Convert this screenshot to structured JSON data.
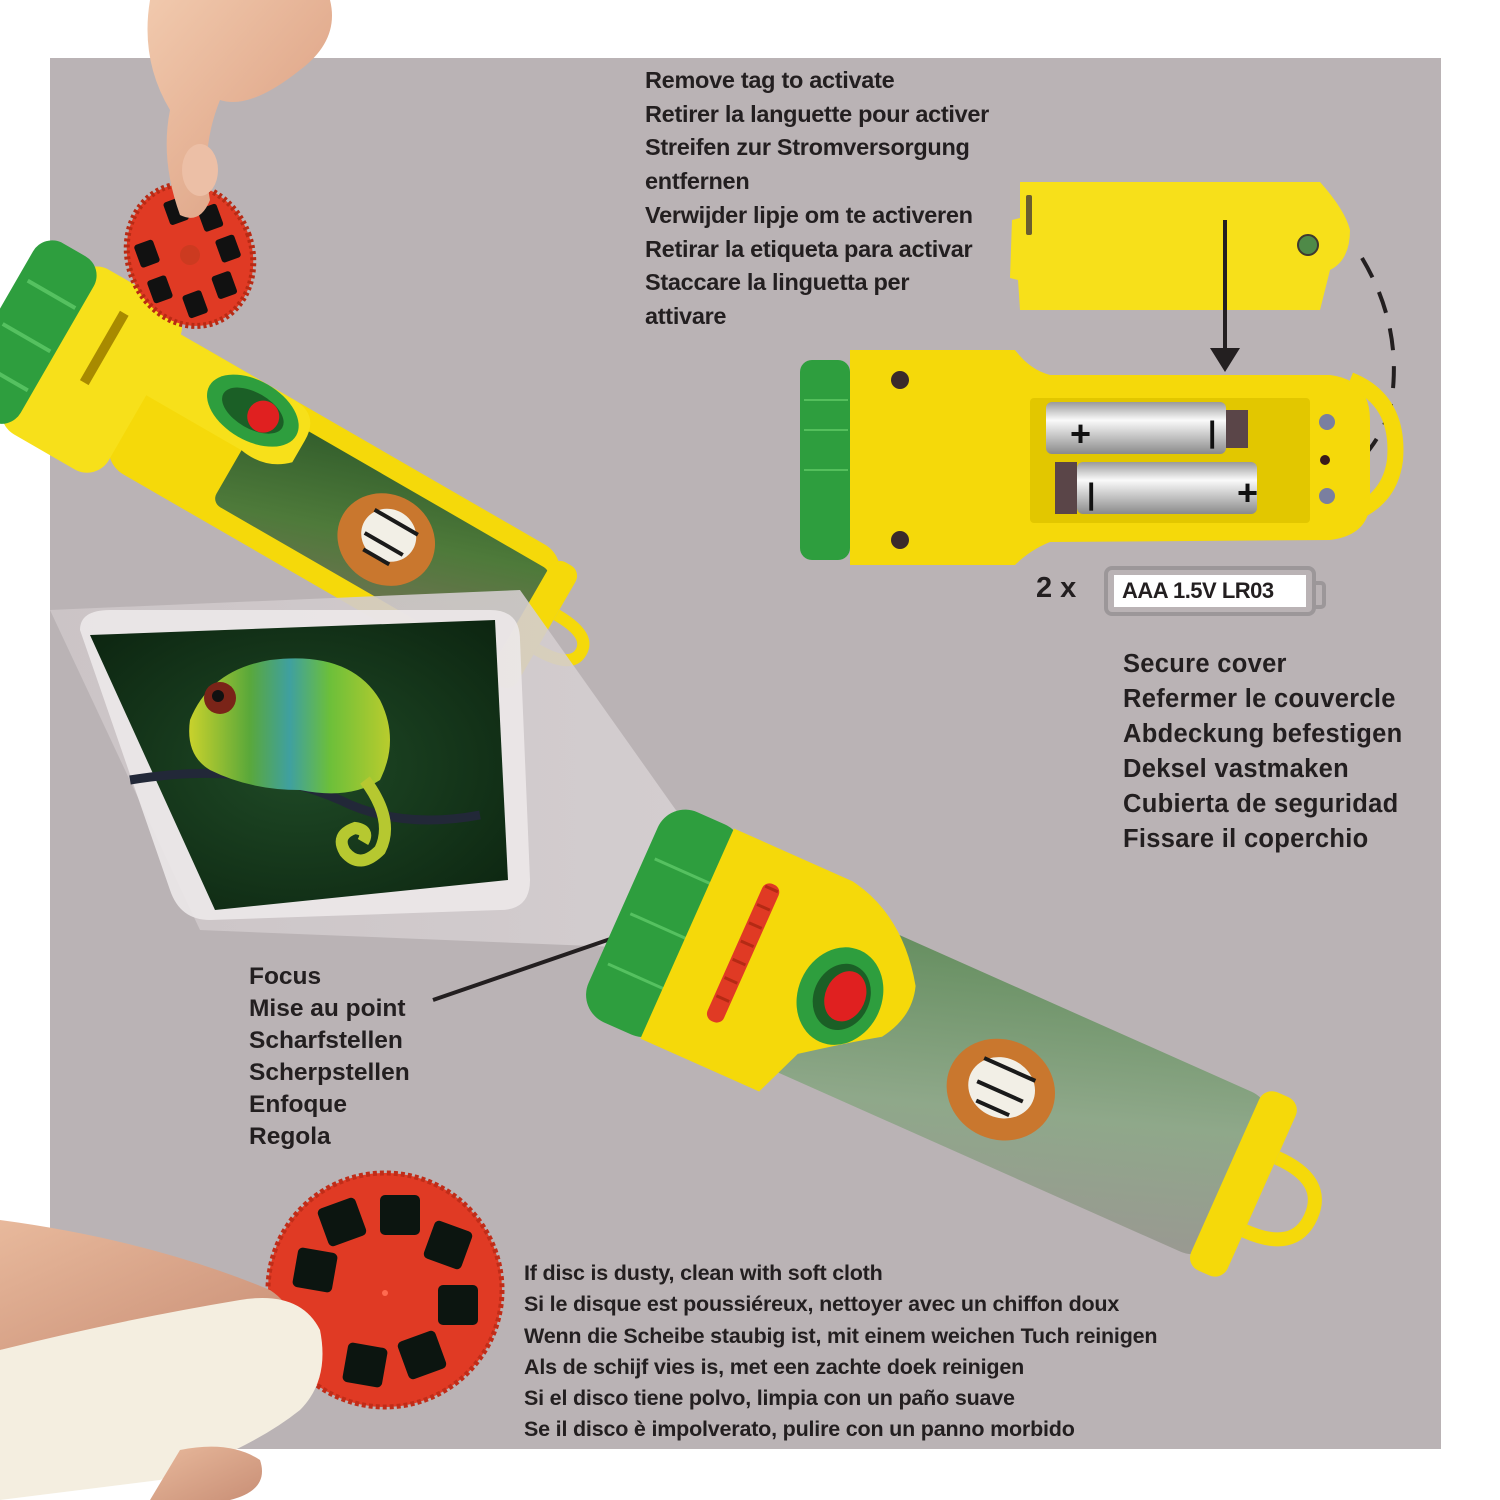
{
  "page": {
    "background_color": "#ffffff",
    "panel_color": "#bab3b5",
    "text_color": "#231f20",
    "accent_colors": {
      "torch_yellow": "#f7e01a",
      "torch_green": "#2e9e3e",
      "disc_red": "#e03a24",
      "button_red": "#e02020"
    }
  },
  "remove_tag": {
    "lines": [
      "Remove tag to activate",
      "Retirer la languette pour activer",
      "Streifen zur Stromversorgung",
      "entfernen",
      "Verwijder lipje om te activeren",
      "Retirar la etiqueta para activar",
      "Staccare la linguetta per",
      "attivare"
    ]
  },
  "battery": {
    "count_label": "2 x",
    "type_label": "AAA 1.5V LR03",
    "cells": [
      {
        "left_symbol": "+",
        "right_symbol": "-"
      },
      {
        "left_symbol": "-",
        "right_symbol": "+"
      }
    ]
  },
  "secure_cover": {
    "lines": [
      "Secure cover",
      "Refermer le couvercle",
      "Abdeckung befestigen",
      "Deksel vastmaken",
      "Cubierta de seguridad",
      "Fissare il coperchio"
    ]
  },
  "focus": {
    "lines": [
      "Focus",
      "Mise au point",
      "Scharfstellen",
      "Scherpstellen",
      "Enfoque",
      "Regola"
    ]
  },
  "clean_disc": {
    "lines": [
      "If disc is dusty, clean with soft cloth",
      "Si le disque est poussiéreux, nettoyer avec un chiffon doux",
      "Wenn die Scheibe staubig ist, mit einem weichen Tuch reinigen",
      "Als de schijf vies is, met een zachte doek reinigen",
      "Si el disco tiene polvo, limpia con un paño suave",
      "Se il disco è impolverato, pulire con un panno morbido"
    ]
  },
  "illustrations": {
    "insert_disc": "hand inserting red slide disc into yellow/green torch with tiger print",
    "battery_compartment": "torch underside with cover removed, two AAA batteries",
    "projection": "projected chameleon image on wall",
    "focus_torch": "torch with red focus wheel and tiger print",
    "cleaning": "hand cleaning red disc with white cloth"
  }
}
